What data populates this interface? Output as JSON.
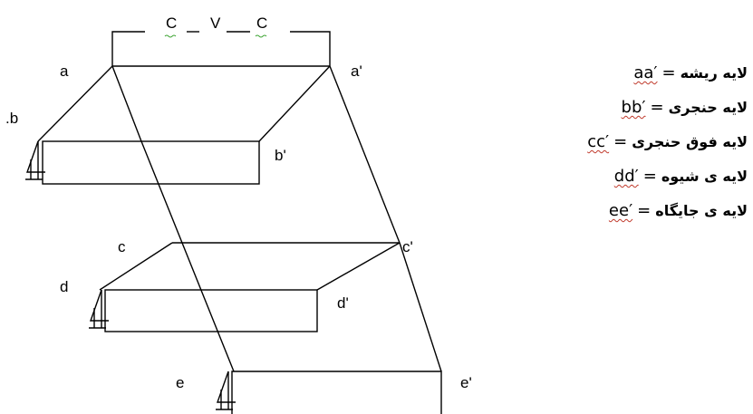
{
  "top_bracket_labels": [
    "C",
    "V",
    "C"
  ],
  "node_labels": {
    "a": "a",
    "a_prime": "a'",
    "b": ".b",
    "b_prime": "b'",
    "c": "c",
    "c_prime": "c'",
    "d": "d",
    "d_prime": "d'",
    "e": "e",
    "e_prime": "e'"
  },
  "legend": [
    {
      "code": "aa′",
      "equals": "=",
      "label": "لایه ریشه"
    },
    {
      "code": "bb′",
      "equals": "=",
      "label": "لایه حنجری"
    },
    {
      "code": "cc′",
      "equals": "=",
      "label": "لایه فوق حنجری"
    },
    {
      "code": "dd′",
      "equals": "=",
      "label": "لایه ی شیوه"
    },
    {
      "code": "ee′",
      "equals": "=",
      "label": "لایه ی جایگاه"
    }
  ]
}
